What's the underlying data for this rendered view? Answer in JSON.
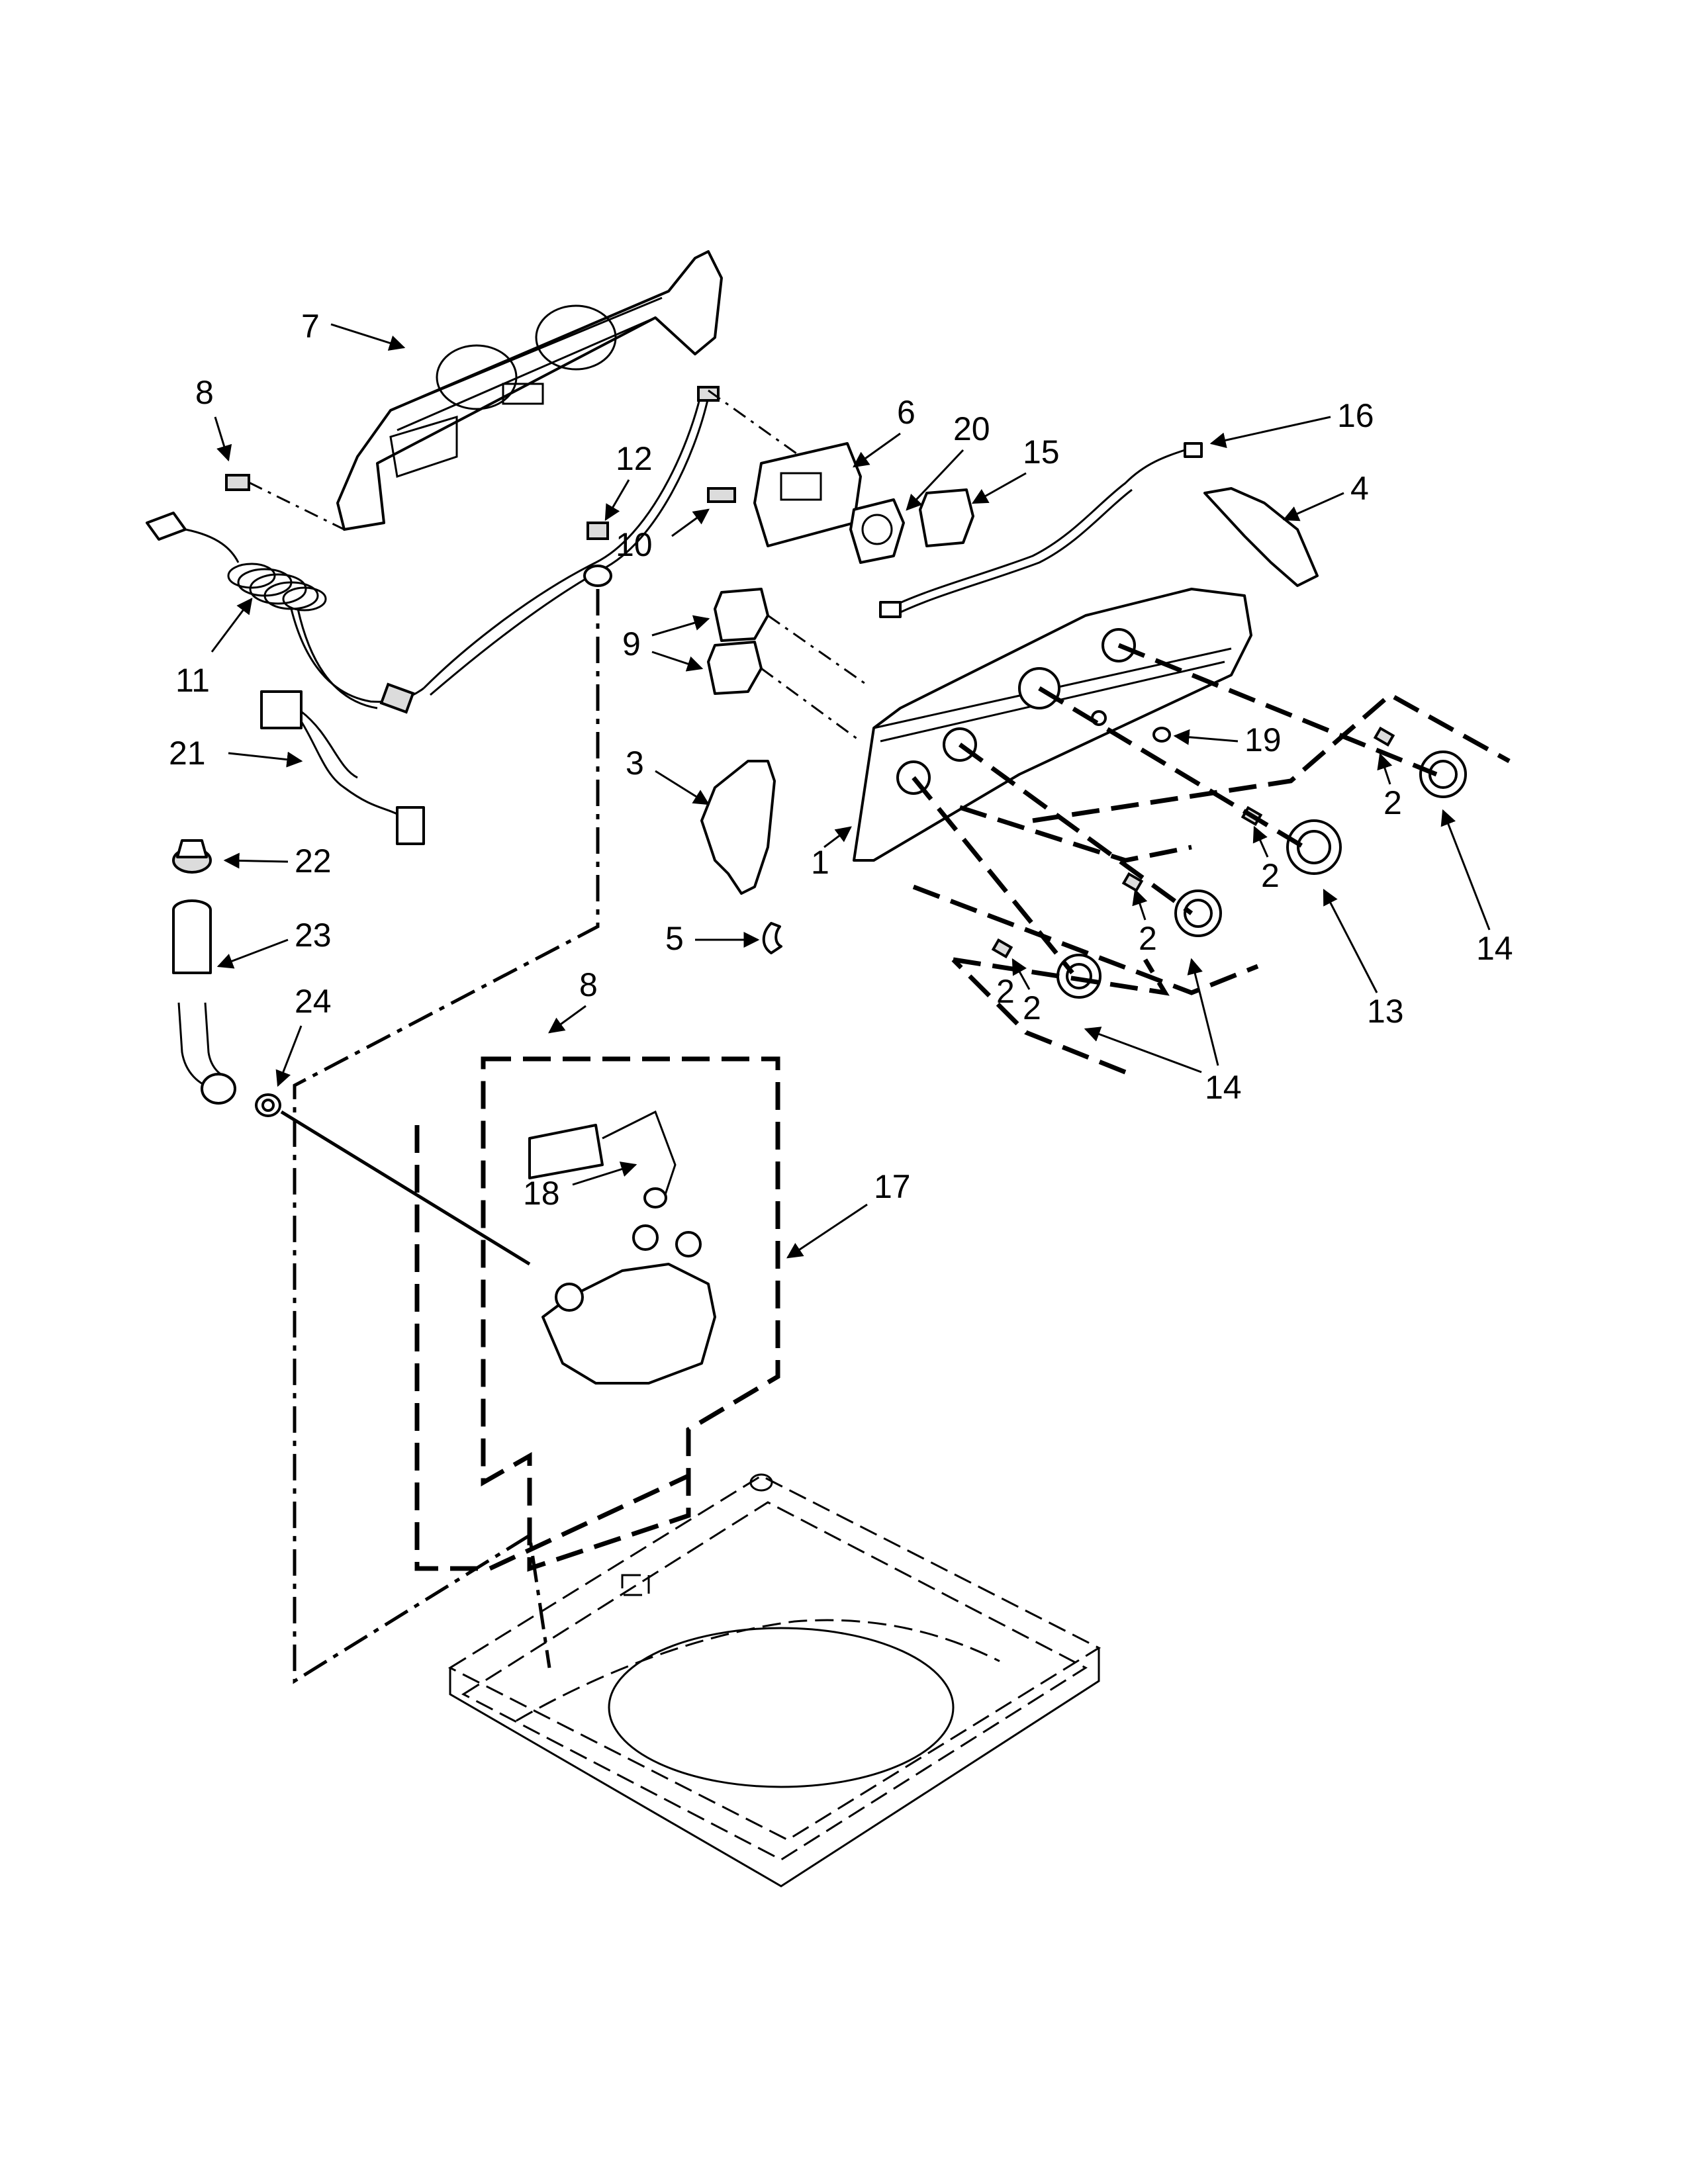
{
  "diagram": {
    "callouts": {
      "c1": "1",
      "c2a": "2",
      "c2b": "2",
      "c2c": "2",
      "c2d": "2",
      "c2e": "2",
      "c3": "3",
      "c4": "4",
      "c5": "5",
      "c6": "6",
      "c7": "7",
      "c8a": "8",
      "c8b": "8",
      "c9": "9",
      "c10": "10",
      "c11": "11",
      "c12": "12",
      "c13": "13",
      "c14a": "14",
      "c14b": "14",
      "c15": "15",
      "c16": "16",
      "c17": "17",
      "c18": "18",
      "c19": "19",
      "c20": "20",
      "c21": "21",
      "c22": "22",
      "c23": "23",
      "c24": "24"
    }
  }
}
